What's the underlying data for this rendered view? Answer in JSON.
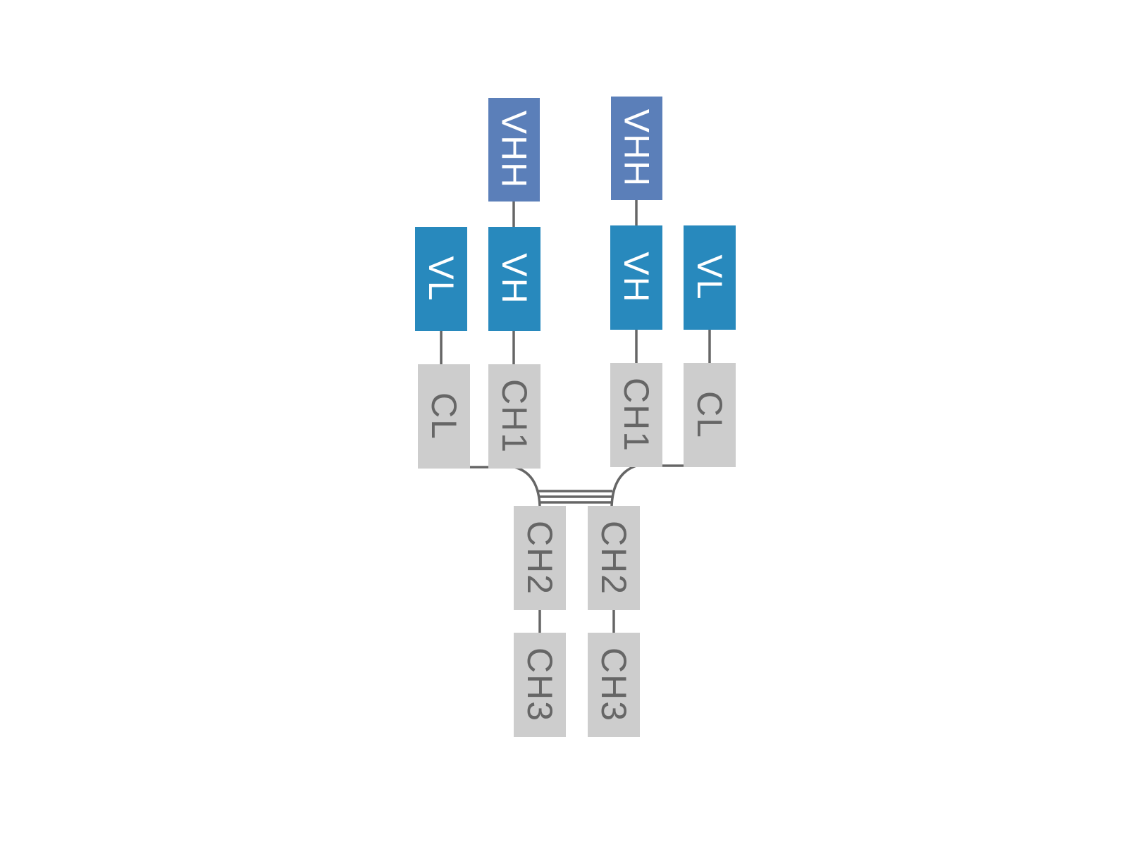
{
  "colors": {
    "vhh": "#5b7fb9",
    "variable": "#2889bd",
    "constant": "#cdcdcd",
    "connector": "#666666",
    "label_light": "#ffffff",
    "label_dark": "#666666"
  },
  "left_arm": {
    "vhh": "VHH",
    "vl": "VL",
    "vh": "VH",
    "cl": "CL",
    "ch1": "CH1",
    "ch2": "CH2",
    "ch3": "CH3"
  },
  "right_arm": {
    "vhh": "VHH",
    "vh": "VH",
    "vl": "VL",
    "ch1": "CH1",
    "cl": "CL",
    "ch2": "CH2",
    "ch3": "CH3"
  }
}
